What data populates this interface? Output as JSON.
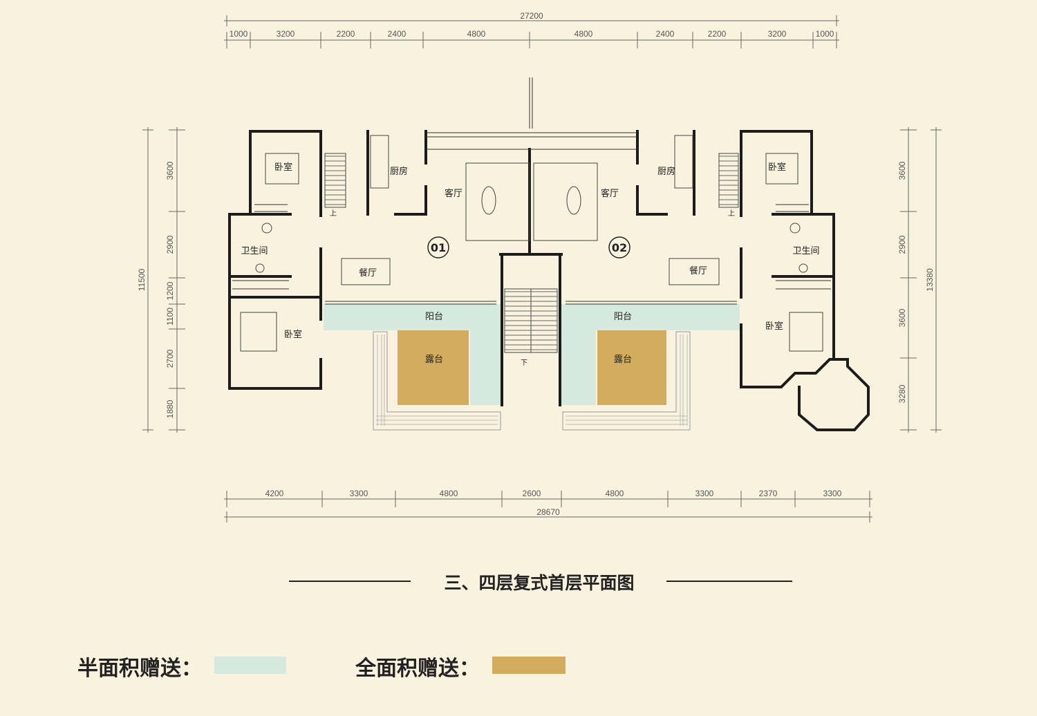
{
  "colors": {
    "background": "#f8f2de",
    "half_area": "#d5e9df",
    "full_area": "#d2ac5c",
    "wall": "#1c1c1c",
    "dim_line": "#666666"
  },
  "top_dims": {
    "total": "27200",
    "segments": [
      "1000",
      "3200",
      "2200",
      "2400",
      "4800",
      "4800",
      "2400",
      "2200",
      "3200",
      "1000"
    ]
  },
  "bottom_dims": {
    "total": "28670",
    "segments": [
      "4200",
      "3300",
      "4800",
      "2600",
      "4800",
      "3300",
      "2370",
      "3300"
    ]
  },
  "left_dims": {
    "total": "11500",
    "segments": [
      "3600",
      "2900",
      "1200",
      "1100",
      "2700",
      "1880"
    ]
  },
  "right_dims": {
    "total": "13380",
    "segments": [
      "3600",
      "2900",
      "3600",
      "3280"
    ]
  },
  "rooms": {
    "bedroom": "卧室",
    "kitchen": "厨房",
    "living": "客厅",
    "bathroom": "卫生间",
    "dining": "餐厅",
    "balcony": "阳台",
    "terrace": "露台",
    "unit_01": "01",
    "unit_02": "02",
    "up": "上",
    "down": "下"
  },
  "title": "三、四层复式首层平面图",
  "legend": {
    "half_label": "半面积赠送：",
    "full_label": "全面积赠送："
  }
}
